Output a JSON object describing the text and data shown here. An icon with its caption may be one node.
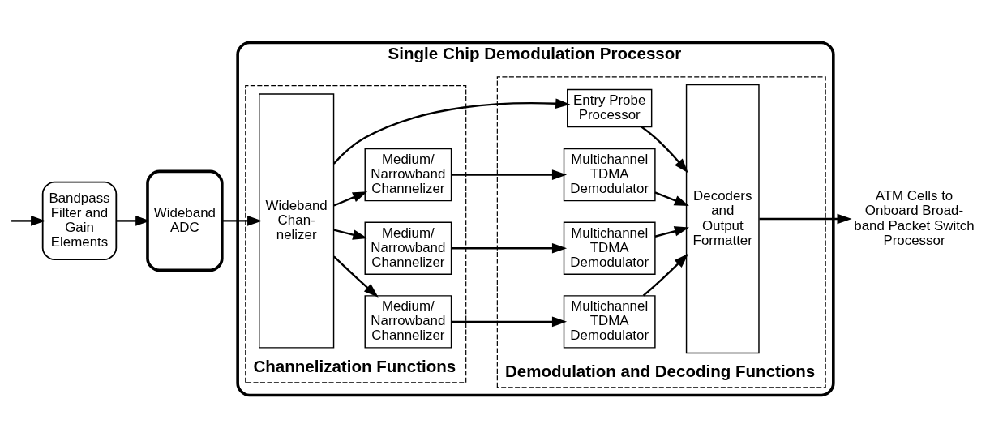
{
  "diagram": {
    "nodes": [
      {
        "text": [
          "Bandpass Filter and Gain Elements"
        ]
      },
      {
        "text": [
          "Wideband ADC"
        ]
      },
      {
        "text": [
          "Single Chip Demodulation Processor"
        ]
      },
      {
        "text": [
          "Channelization Functions"
        ],
        "in": 2
      },
      {
        "text": [
          "Demodulation and Decoding Functions"
        ],
        "in": 2
      },
      {
        "text": [
          "Wideband Chan- nelizer"
        ],
        "in": 3
      },
      {
        "text": [
          "Medium/ Narrowband Channelizer"
        ],
        "in": 3
      },
      {
        "text": [
          "Medium/ Narrowband Channelizer"
        ],
        "in": 3
      },
      {
        "text": [
          "Medium/ Narrowband Channelizer"
        ],
        "in": 3
      },
      {
        "text": [
          "Multichannel TDMA Demodulator"
        ],
        "in": 4
      },
      {
        "text": [
          "Multichannel TDMA Demodulator"
        ],
        "in": 4
      },
      {
        "text": [
          "Multichannel TDMA Demodulator"
        ],
        "in": 4
      },
      {
        "text": [
          "Entry Probe Processor"
        ],
        "in": 4
      },
      {
        "text": [
          "Decoders and Output Formatter"
        ],
        "in": 4
      },
      {
        "text": [
          "ATM Cells to Onboard Broad- band Packet Switch Processor"
        ]
      }
    ],
    "edges": [
      {
        "from": null,
        "to": 0,
        "arrow": "to"
      },
      {
        "from": 0,
        "to": 1,
        "arrow": "to"
      },
      {
        "from": 1,
        "to": 5,
        "arrow": "to"
      },
      {
        "from": 5,
        "to": 6,
        "arrow": "to"
      },
      {
        "from": 5,
        "to": 7,
        "arrow": "to"
      },
      {
        "from": 5,
        "to": 8,
        "arrow": "to"
      },
      {
        "from": 5,
        "to": 12,
        "arrow": "to"
      },
      {
        "from": 6,
        "to": 9,
        "arrow": "to"
      },
      {
        "from": 7,
        "to": 10,
        "arrow": "to"
      },
      {
        "from": 8,
        "to": 11,
        "arrow": "to"
      },
      {
        "from": 9,
        "to": 13,
        "arrow": "to"
      },
      {
        "from": 10,
        "to": 13,
        "arrow": "to"
      },
      {
        "from": 11,
        "to": 13,
        "arrow": "to"
      },
      {
        "from": 12,
        "to": 13,
        "arrow": "to"
      },
      {
        "from": 13,
        "to": 14,
        "arrow": "to"
      }
    ]
  }
}
